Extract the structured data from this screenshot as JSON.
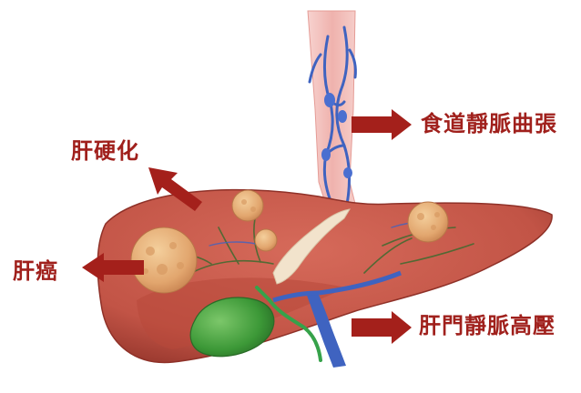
{
  "labels": {
    "esophageal_varices": "食道靜脈曲張",
    "cirrhosis": "肝硬化",
    "liver_cancer": "肝癌",
    "portal_hypertension": "肝門靜脈高壓"
  },
  "colors": {
    "label_text": "#a0201c",
    "arrow": "#a4201b",
    "liver": "#c8584a",
    "liver_dark": "#9c3a30",
    "nodule": "#e8b07a",
    "gallbladder": "#3f9a3a",
    "vein_blue": "#3f63c0",
    "esophagus": "#f0b7b3"
  },
  "icons": {
    "arrow": "thick-arrow-icon"
  }
}
